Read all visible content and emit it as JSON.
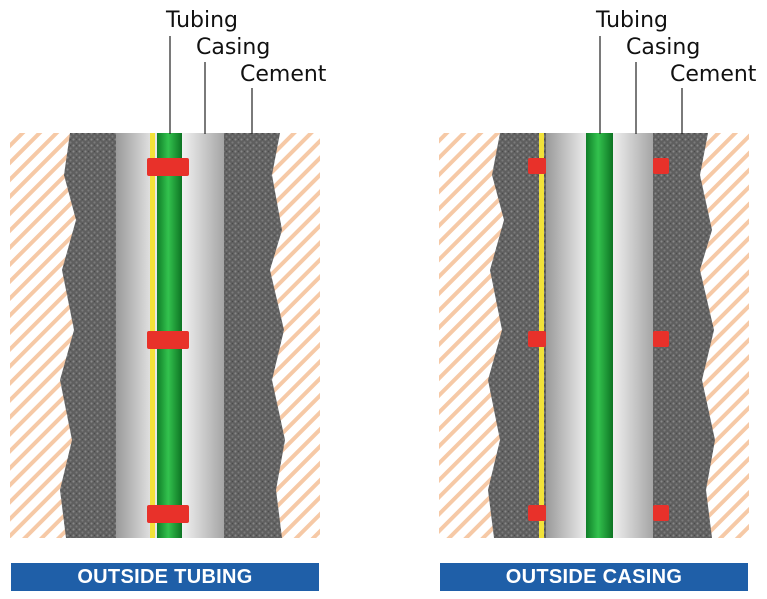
{
  "left_panel": {
    "labels": {
      "tubing": "Tubing",
      "casing": "Casing",
      "cement": "Cement"
    },
    "banner": "OUTSIDE TUBING"
  },
  "right_panel": {
    "labels": {
      "tubing": "Tubing",
      "casing": "Casing",
      "cement": "Cement"
    },
    "banner": "OUTSIDE CASING"
  },
  "colors": {
    "formation_hatch": "#f6c9a6",
    "cement": "#6d6d6d",
    "casing": "#b9b9b9",
    "tubing": "#1faa3a",
    "fiber_line": "#f2e23a",
    "clamp": "#e8312a",
    "banner": "#1f5fa8"
  }
}
